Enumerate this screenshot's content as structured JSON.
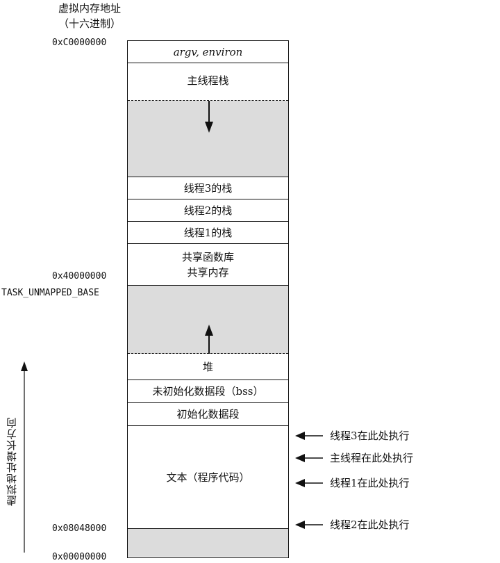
{
  "header": {
    "line1": "虚拟内存地址",
    "line2": "（十六进制）"
  },
  "addresses": {
    "top": "0xC0000000",
    "mid": "0x40000000",
    "task": "TASK_UNMAPPED_BASE",
    "text_start": "0x08048000",
    "zero": "0x00000000"
  },
  "segments": {
    "argv": "argv, environ",
    "main_stack": "主线程栈",
    "thread3_stack": "线程3的栈",
    "thread2_stack": "线程2的栈",
    "thread1_stack": "线程1的栈",
    "shared_lib": "共享函数库",
    "shared_mem": "共享内存",
    "heap": "堆",
    "bss": "未初始化数据段（bss）",
    "data": "初始化数据段",
    "text": "文本（程序代码）"
  },
  "threads": {
    "t3": "线程3在此处执行",
    "main": "主线程在此处执行",
    "t1": "线程1在此处执行",
    "t2": "线程2在此处执行"
  },
  "growth_label": "虚拟地址增长方向"
}
